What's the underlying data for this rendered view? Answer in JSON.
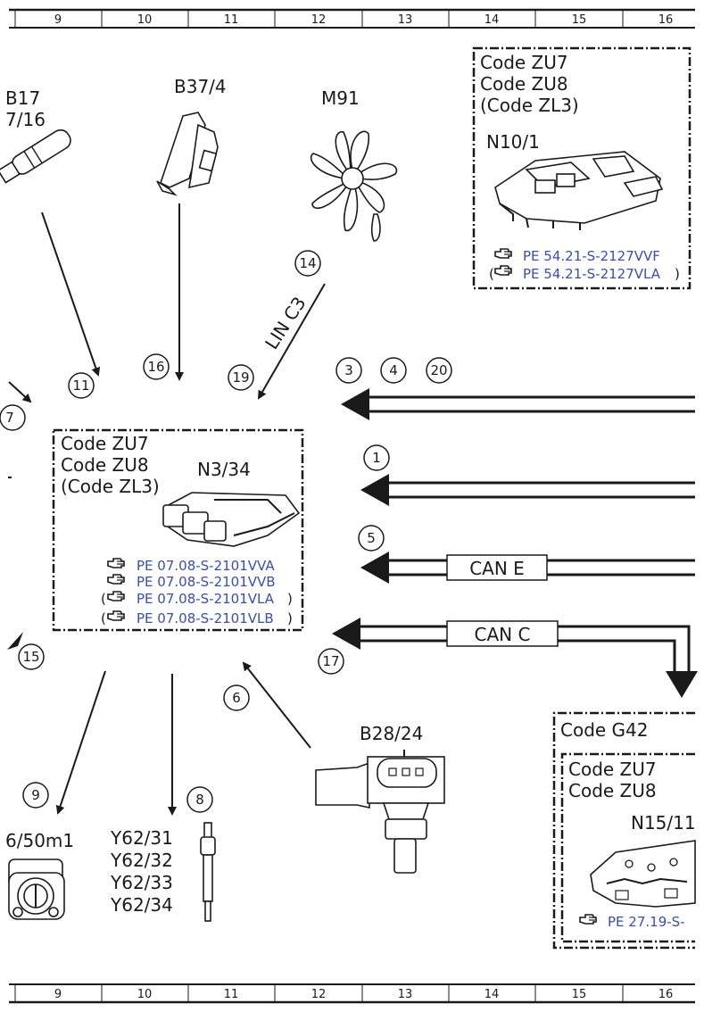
{
  "ruler": {
    "numbers": [
      "9",
      "10",
      "11",
      "12",
      "13",
      "14",
      "15",
      "16"
    ]
  },
  "components": {
    "b17_top": "B17",
    "b17_bottom": "7/16",
    "b37_4": "B37/4",
    "m91": "M91",
    "b28_24": "B28/24",
    "m16_50m1": "6/50m1",
    "y62_list": [
      "Y62/31",
      "Y62/32",
      "Y62/33",
      "Y62/34"
    ]
  },
  "n10_1_box": {
    "codes": [
      "Code ZU7",
      "Code ZU8",
      "(Code ZL3)"
    ],
    "part": "N10/1",
    "refs": [
      {
        "open": "",
        "text": "PE 54.21-S-2127VVF",
        "close": ""
      },
      {
        "open": "(",
        "text": "PE 54.21-S-2127VLA",
        "close": ")"
      }
    ]
  },
  "n3_34_box": {
    "codes": [
      "Code ZU7",
      "Code ZU8",
      "(Code ZL3)"
    ],
    "part": "N3/34",
    "refs": [
      {
        "open": "",
        "text": "PE 07.08-S-2101VVA",
        "close": ""
      },
      {
        "open": "",
        "text": "PE 07.08-S-2101VVB",
        "close": ""
      },
      {
        "open": "(",
        "text": "PE 07.08-S-2101VLA",
        "close": ")"
      },
      {
        "open": "(",
        "text": "PE 07.08-S-2101VLB",
        "close": ")"
      }
    ]
  },
  "g42_box": {
    "code": "Code G42",
    "inner_codes": [
      "Code ZU7",
      "Code ZU8"
    ],
    "part": "N15/11",
    "ref": "PE 27.19-S-"
  },
  "bus_labels": {
    "lin": "LIN C3",
    "can_e": "CAN E",
    "can_c": "CAN C"
  },
  "signal_numbers": {
    "n14": "14",
    "n11": "11",
    "n16": "16",
    "n19": "19",
    "n7": "7",
    "n3": "3",
    "n4": "4",
    "n20": "20",
    "n1": "1",
    "n5": "5",
    "n17": "17",
    "n15": "15",
    "n6": "6",
    "n9": "9",
    "n8": "8"
  },
  "colors": {
    "reference_link": "#3b4ea8",
    "line": "#1a1a1a"
  }
}
